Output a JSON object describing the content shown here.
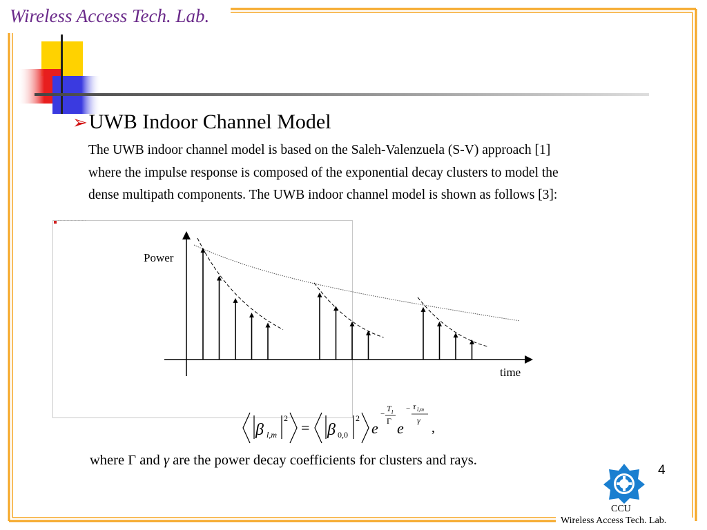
{
  "header": {
    "lab_title": "Wireless Access Tech. Lab."
  },
  "slide": {
    "heading": "UWB Indoor Channel Model",
    "bullet_icon": "arrow-bullet-icon",
    "paragraph_lines": [
      "The UWB indoor channel model is based on the Saleh-Valenzuela (S-V) approach [1]",
      "where the impulse response is composed of the exponential decay clusters to model the",
      "dense multipath components. The UWB indoor channel model is shown as follows [3]:"
    ]
  },
  "diagram": {
    "y_axis_label": "Power",
    "x_axis_label": "time",
    "clusters": [
      {
        "ray_heights": [
          1.0,
          0.75,
          0.55,
          0.42,
          0.33
        ]
      },
      {
        "ray_heights": [
          0.6,
          0.48,
          0.34,
          0.26
        ]
      },
      {
        "ray_heights": [
          0.47,
          0.34,
          0.24,
          0.18
        ]
      }
    ]
  },
  "equation": {
    "lhs_symbol": "β",
    "lhs_subscript": "l,m",
    "rhs_symbol": "β",
    "rhs_subscript": "0,0",
    "power": "2",
    "base": "e",
    "exp1_numerator": "T",
    "exp1_numerator_sub": "l",
    "exp1_denominator": "Γ",
    "exp2_numerator": "τ",
    "exp2_numerator_sub": "l,m",
    "exp2_denominator": "γ",
    "trailing": ","
  },
  "caption": {
    "prefix": "where ",
    "sym1": "Γ",
    "mid": " and ",
    "sym2": "γ",
    "suffix": " are the power decay coefficients for clusters and rays."
  },
  "footer": {
    "page_number": "4",
    "org": "CCU",
    "lab": "Wireless Access Tech. Lab.",
    "logo_icon": "university-seal-icon"
  },
  "colors": {
    "frame_orange": "#f5a623",
    "title_purple": "#6a2a8a",
    "deco_yellow": "#ffd200",
    "deco_red": "#e81e1e",
    "deco_blue": "#3a3ae0",
    "logo_blue": "#1a7fd0"
  }
}
